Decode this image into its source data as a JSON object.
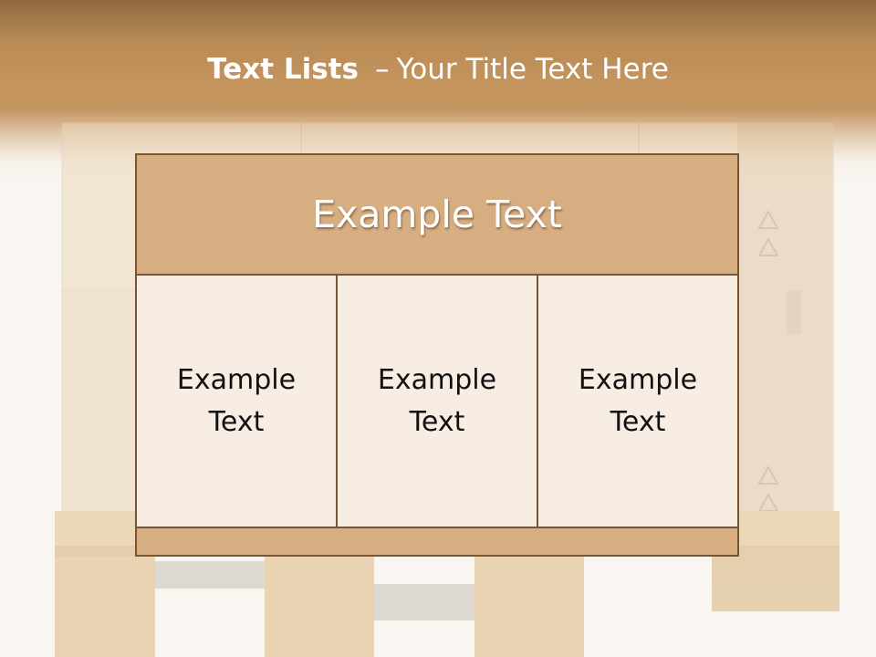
{
  "slide": {
    "title_main": "Text Lists",
    "title_dash": "–",
    "title_sub": "Your Title Text Here"
  },
  "table": {
    "header": "Example Text",
    "cells": [
      "Example\nText",
      "Example\nText",
      "Example\nText"
    ]
  },
  "colors": {
    "title_band": "#c5955e",
    "header_fill": "#d7ae82",
    "border": "#7a5530",
    "cell_fill": "#f9eee4"
  }
}
